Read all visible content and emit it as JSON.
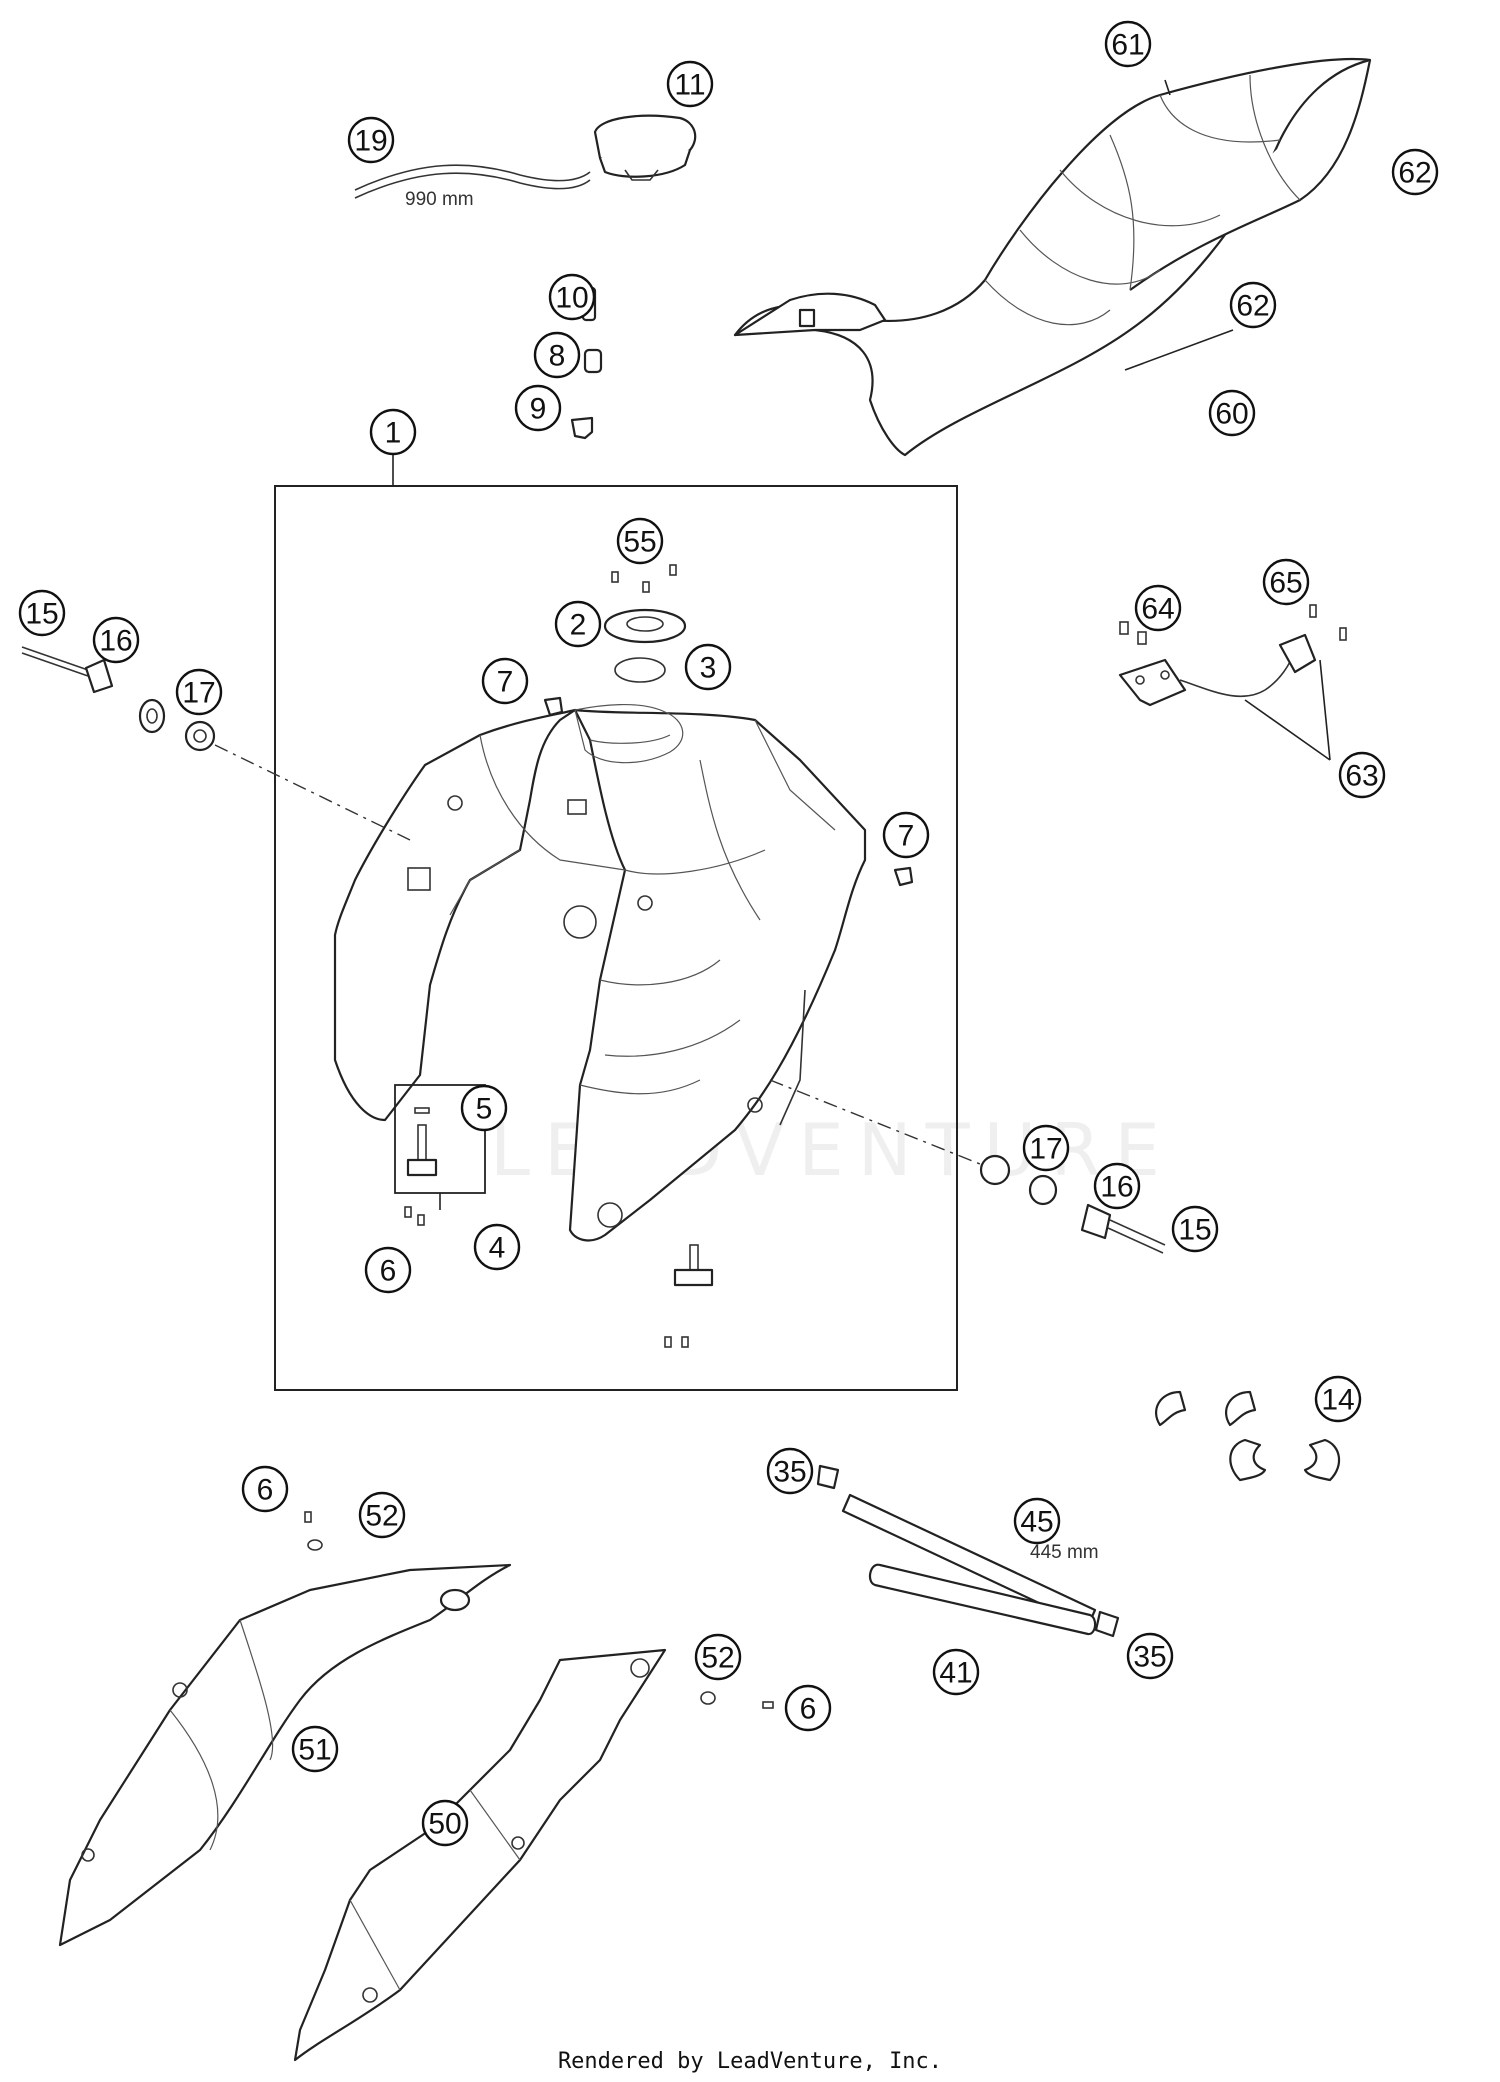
{
  "diagram": {
    "callouts": [
      "1",
      "2",
      "3",
      "4",
      "5",
      "6",
      "6",
      "6",
      "7",
      "7",
      "8",
      "9",
      "10",
      "11",
      "14",
      "15",
      "15",
      "16",
      "16",
      "17",
      "17",
      "19",
      "35",
      "35",
      "41",
      "45",
      "50",
      "51",
      "52",
      "52",
      "55",
      "60",
      "61",
      "62",
      "62",
      "63",
      "64",
      "65"
    ],
    "dimensions": {
      "hose_19": "990 mm",
      "hose_45": "445 mm"
    },
    "watermark": "LEADVENTURE",
    "footer": "Rendered by LeadVenture, Inc."
  }
}
